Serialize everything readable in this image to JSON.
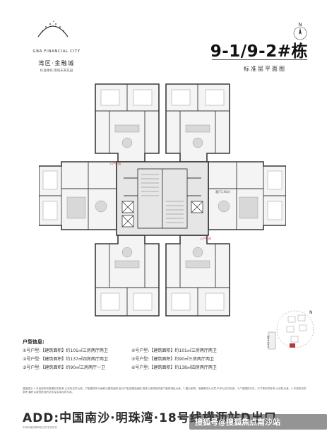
{
  "header": {
    "brand_en": "GBA FINANCIAL CITY",
    "brand_cn": "湾区·金融城",
    "brand_sub": "标准楼栋·围城未来花园",
    "title": "9-1/9-2#栋",
    "subtitle": "标准层平面图",
    "north_label": "N"
  },
  "plan_labels": {
    "balcony_a": "入户花园",
    "balcony_b": "入户花园",
    "area_note": "客厅3.60㎡"
  },
  "unit_info": {
    "title": "户型信息:",
    "units": [
      "①号户型:【建筑面积】约101㎡三房两厅两卫",
      "②号户型:【建筑面积】约137㎡四房两厅两卫",
      "③号户型:【建筑面积】约90㎡三房两厅一卫",
      "④号户型:【建筑面积】约101㎡三房两厅两卫",
      "⑤号户型:【建筑面积】约90㎡三房两厅两卫",
      "⑥号户型:【建筑面积】约138㎡四房两厅两卫"
    ]
  },
  "key_plan": {
    "label": "9-1/9-2#栋",
    "north_label": "N"
  },
  "notes": "温馨提示:1.本品房所有数据仅供参考,以实际交付为准。户型图的所示面积为建筑面积,部分户型含赠送面积,具体以政府相关部门最终测绘为准。2.图示家具、电器等仅为示意,不作为交付标准。3.户型图的方位、尺寸等仅供参考,以实际为准。4.本资料仅供参考,最终以政府批准的文件及买卖合同为准。",
  "address": "ADD:中国南沙·明珠湾·18号线横沥站D出口",
  "footer_note": "本资料最终解释权归开发商所有",
  "watermark": "搜狐号@搜狐焦点南沙站",
  "colors": {
    "wall": "#3a3a3a",
    "room_fill": "#f4f4f4",
    "core_fill": "#e6e6e6",
    "furniture": "#bdbdbd",
    "tile": "#d8d8d8"
  }
}
